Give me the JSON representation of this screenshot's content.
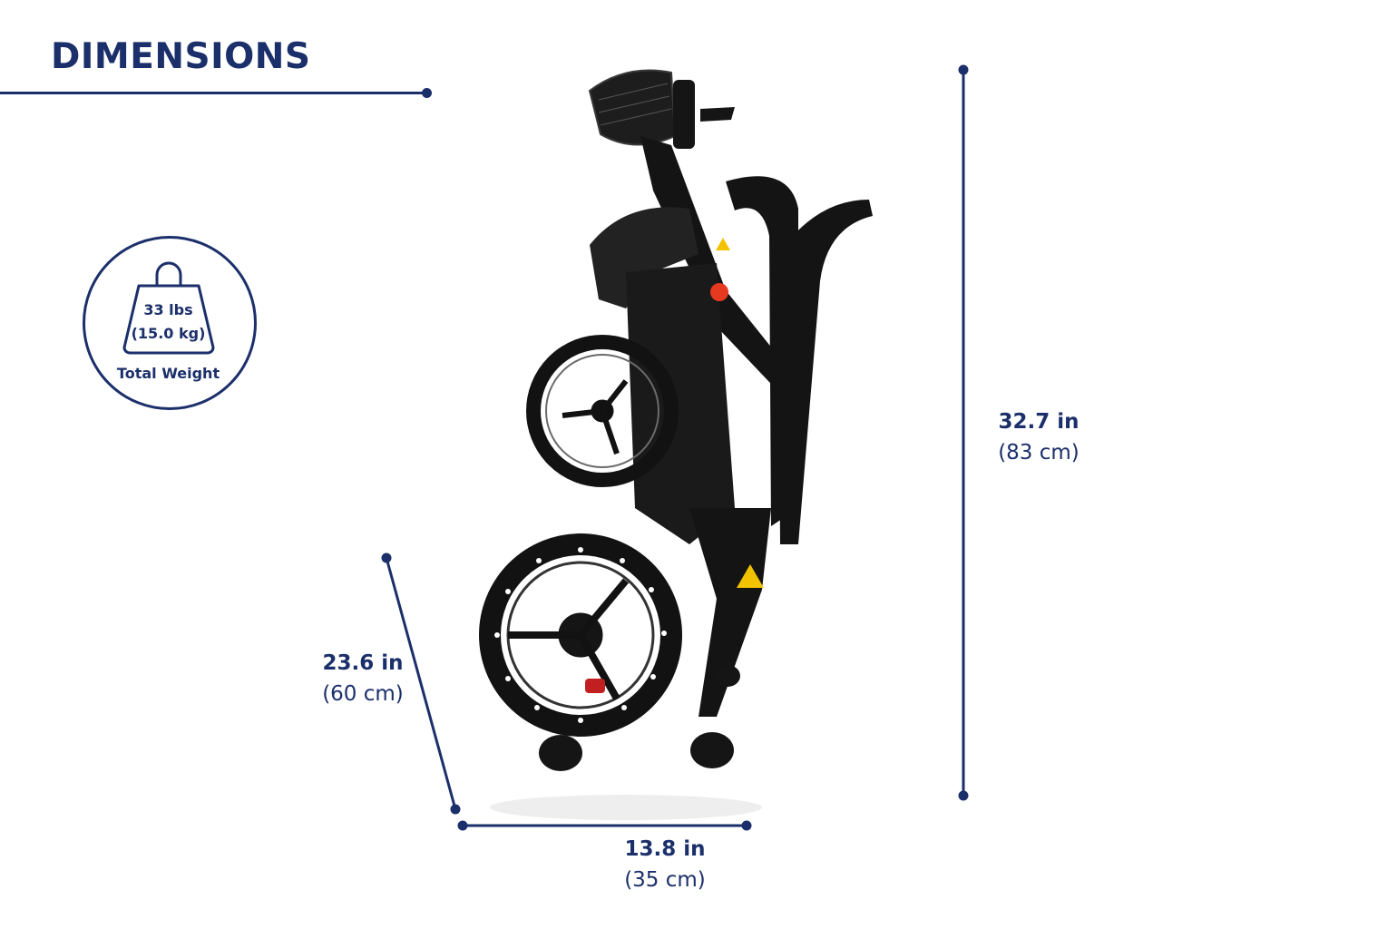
{
  "heading": "DIMENSIONS",
  "weight": {
    "value_imperial": "33 lbs",
    "value_metric": "(15.0 kg)",
    "caption": "Total Weight",
    "icon": "weight-icon"
  },
  "dimensions": {
    "height": {
      "imperial": "32.7 in",
      "metric": "(83 cm)"
    },
    "depth": {
      "imperial": "23.6 in",
      "metric": "(60 cm)"
    },
    "width": {
      "imperial": "13.8 in",
      "metric": "(35 cm)"
    }
  },
  "product": {
    "icon": "folded-wheelchair-image"
  },
  "colors": {
    "accent": "#1b2f6b",
    "background": "#ffffff",
    "product": "#111111",
    "highlight": "#e53a1f",
    "warning": "#f2c200"
  }
}
